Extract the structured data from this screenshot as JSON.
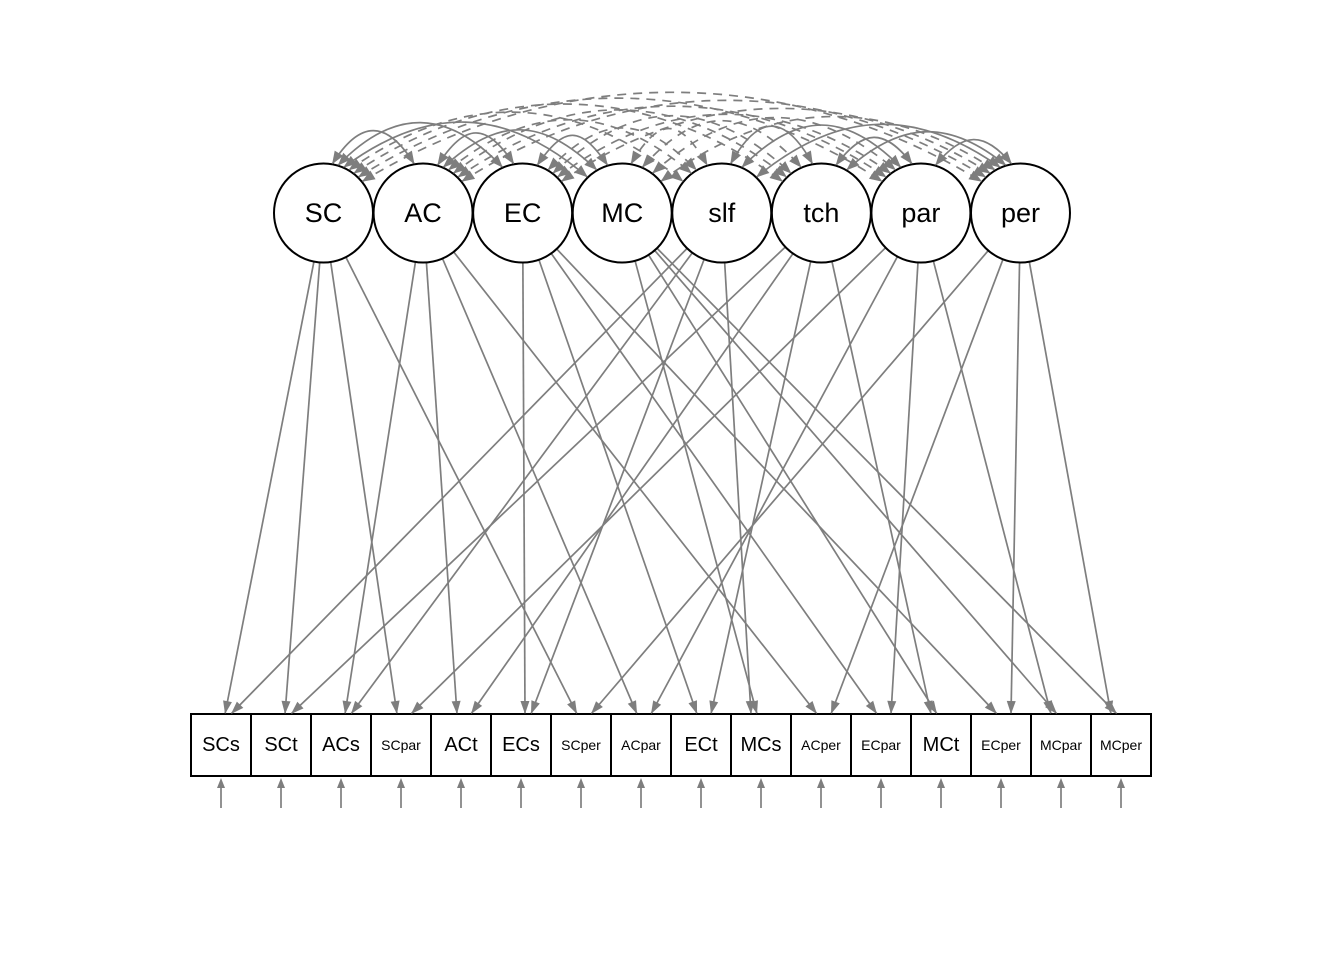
{
  "diagram": {
    "title": "",
    "latent_nodes": [
      "SC",
      "AC",
      "EC",
      "MC",
      "slf",
      "tch",
      "par",
      "per"
    ],
    "manifest_nodes": [
      "SCs",
      "SCt",
      "ACs",
      "SCpar",
      "ACt",
      "ECs",
      "SCper",
      "ACpar",
      "ECt",
      "MCs",
      "ACper",
      "ECpar",
      "MCt",
      "ECper",
      "MCpar",
      "MCper"
    ],
    "loadings": [
      [
        "SC",
        "SCs"
      ],
      [
        "SC",
        "SCt"
      ],
      [
        "SC",
        "SCpar"
      ],
      [
        "SC",
        "SCper"
      ],
      [
        "AC",
        "ACs"
      ],
      [
        "AC",
        "ACt"
      ],
      [
        "AC",
        "ACpar"
      ],
      [
        "AC",
        "ACper"
      ],
      [
        "EC",
        "ECs"
      ],
      [
        "EC",
        "ECt"
      ],
      [
        "EC",
        "ECpar"
      ],
      [
        "EC",
        "ECper"
      ],
      [
        "MC",
        "MCs"
      ],
      [
        "MC",
        "MCt"
      ],
      [
        "MC",
        "MCpar"
      ],
      [
        "MC",
        "MCper"
      ],
      [
        "slf",
        "SCs"
      ],
      [
        "slf",
        "ACs"
      ],
      [
        "slf",
        "ECs"
      ],
      [
        "slf",
        "MCs"
      ],
      [
        "tch",
        "SCt"
      ],
      [
        "tch",
        "ACt"
      ],
      [
        "tch",
        "ECt"
      ],
      [
        "tch",
        "MCt"
      ],
      [
        "par",
        "SCpar"
      ],
      [
        "par",
        "ACpar"
      ],
      [
        "par",
        "ECpar"
      ],
      [
        "par",
        "MCpar"
      ],
      [
        "per",
        "SCper"
      ],
      [
        "per",
        "ACper"
      ],
      [
        "per",
        "ECper"
      ],
      [
        "per",
        "MCper"
      ]
    ],
    "covariances_solid": [
      [
        "SC",
        "AC"
      ],
      [
        "SC",
        "EC"
      ],
      [
        "SC",
        "MC"
      ],
      [
        "AC",
        "EC"
      ],
      [
        "AC",
        "MC"
      ],
      [
        "EC",
        "MC"
      ],
      [
        "slf",
        "tch"
      ],
      [
        "slf",
        "par"
      ],
      [
        "slf",
        "per"
      ],
      [
        "tch",
        "par"
      ],
      [
        "tch",
        "per"
      ],
      [
        "par",
        "per"
      ]
    ],
    "covariances_dashed": [
      [
        "SC",
        "slf"
      ],
      [
        "SC",
        "tch"
      ],
      [
        "SC",
        "par"
      ],
      [
        "SC",
        "per"
      ],
      [
        "AC",
        "slf"
      ],
      [
        "AC",
        "tch"
      ],
      [
        "AC",
        "par"
      ],
      [
        "AC",
        "per"
      ],
      [
        "EC",
        "slf"
      ],
      [
        "EC",
        "tch"
      ],
      [
        "EC",
        "par"
      ],
      [
        "EC",
        "per"
      ],
      [
        "MC",
        "slf"
      ],
      [
        "MC",
        "tch"
      ],
      [
        "MC",
        "par"
      ],
      [
        "MC",
        "per"
      ]
    ],
    "residuals": [
      "SCs",
      "SCt",
      "ACs",
      "SCpar",
      "ACt",
      "ECs",
      "SCper",
      "ACpar",
      "ECt",
      "MCs",
      "ACper",
      "ECpar",
      "MCt",
      "ECper",
      "MCpar",
      "MCper"
    ],
    "colors": {
      "edge": "#7e7e7e",
      "node_border": "#000000",
      "node_fill": "#ffffff",
      "text": "#000000",
      "background": "#ffffff"
    }
  }
}
